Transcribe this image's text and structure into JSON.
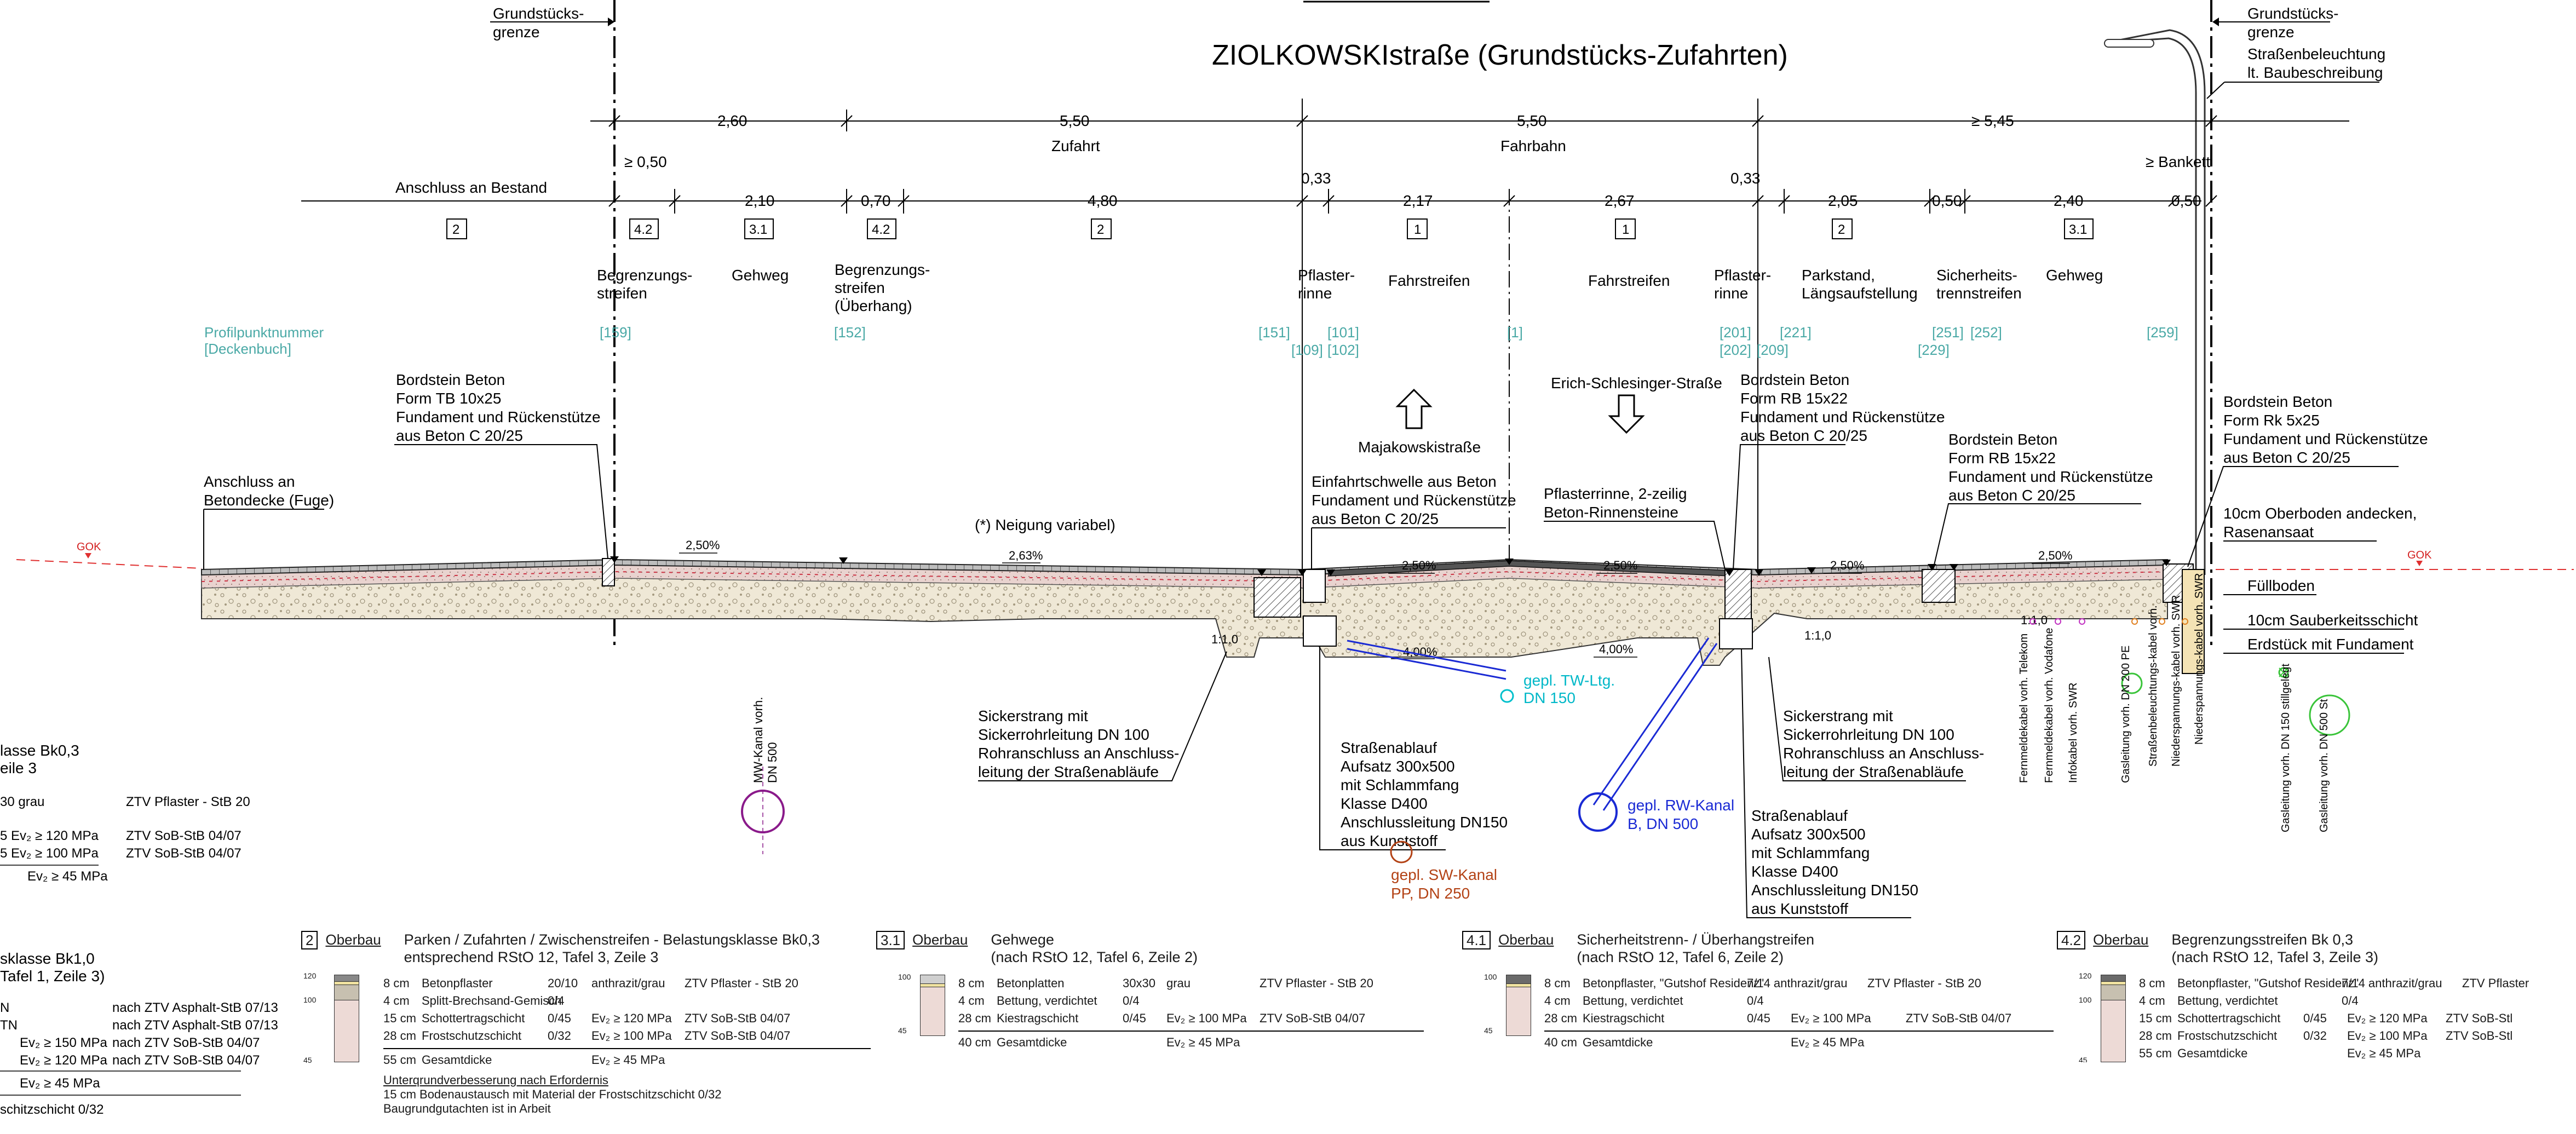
{
  "drawing": {
    "title": "ZIOLKOWSKIstraße (Grundstücks-Zufahrten)",
    "grenze_left": [
      "Grundstücks-",
      "grenze"
    ],
    "grenze_right": [
      "Grundstücks-",
      "grenze"
    ],
    "lamp": [
      "Straßenbeleuchtung",
      "lt. Baubeschreibung"
    ]
  },
  "dimensions": {
    "top": [
      "2,60",
      "5,50",
      "5,50",
      "≥ 5,45"
    ],
    "top_sub": [
      "Zufahrt",
      "Fahrbahn"
    ],
    "second": [
      "≥ 0,50",
      "2,10",
      "0,70",
      "4,80",
      "0,33",
      "2,17",
      "2,67",
      "0,33",
      "2,05",
      "0,50",
      "2,40",
      "0,50",
      "≥ Bankett"
    ],
    "anschluss": "Anschluss an Bestand",
    "box_labels": [
      "2",
      "4.2",
      "3.1",
      "4.2",
      "2",
      "1",
      "1",
      "2",
      "3.1"
    ]
  },
  "sections": {
    "labels": [
      [
        "Begrenzungs-",
        "streifen"
      ],
      [
        "Gehweg"
      ],
      [
        "Begrenzungs-",
        "streifen",
        "(Überhang)"
      ],
      [
        "Pflaster-",
        "rinne"
      ],
      [
        "Fahrstreifen"
      ],
      [
        "Fahrstreifen"
      ],
      [
        "Pflaster-",
        "rinne"
      ],
      [
        "Parkstand,",
        "Längsaufstellung"
      ],
      [
        "Sicherheits-",
        "trennstreifen"
      ],
      [
        "Gehweg"
      ]
    ]
  },
  "profile_points": {
    "label": [
      "Profilpunktnummer",
      "[Deckenbuch]"
    ],
    "points": [
      "[159]",
      "[152]",
      "[151]",
      "[101]",
      "[109]",
      "[102]",
      "[1]",
      "[201]",
      "[202]",
      "[209]",
      "[221]",
      "[229]",
      "[251]",
      "[252]",
      "[259]"
    ]
  },
  "annotations": {
    "bordstein_left": [
      "Bordstein Beton",
      "Form TB 10x25",
      "Fundament und Rückenstütze",
      "aus Beton C 20/25"
    ],
    "anschluss_beton": [
      "Anschluss an",
      "Betondecke (Fuge)"
    ],
    "neigung": "(*) Neigung variabel)",
    "einfahrt": [
      "Einfahrtschwelle aus Beton",
      "Fundament und Rückenstütze",
      "aus Beton C 20/25"
    ],
    "majakowski": "Majakowskistraße",
    "erich": "Erich-Schlesinger-Straße",
    "bordstein_rb": [
      "Bordstein Beton",
      "Form RB 15x22",
      "Fundament und Rückenstütze",
      "aus Beton C 20/25"
    ],
    "pflasterrinne": [
      "Pflasterrinne, 2-zeilig",
      "Beton-Rinnensteine"
    ],
    "bordstein_rb2": [
      "Bordstein Beton",
      "Form RB 15x22",
      "Fundament und Rückenstütze",
      "aus Beton C 20/25"
    ],
    "bordstein_rk": [
      "Bordstein Beton",
      "Form Rk 5x25",
      "Fundament und Rückenstütze",
      "aus Beton C 20/25"
    ],
    "oberboden": [
      "10cm Oberboden andecken,",
      "Rasenansaat"
    ],
    "fuellboden": "Füllboden",
    "sauberkeit": "10cm Sauberkeitsschicht",
    "erdstueck": "Erdstück mit Fundament",
    "gok": "GOK",
    "sicker_left": [
      "Sickerstrang mit",
      "Sickerrohrleitung DN 100",
      "Rohranschluss an Anschluss-",
      "leitung der Straßenabläufe"
    ],
    "ablauf_left": [
      "Straßenablauf",
      "Aufsatz 300x500",
      "mit Schlammfang",
      "Klasse D400",
      "Anschlussleitung DN150",
      "aus Kunststoff"
    ],
    "sicker_right": [
      "Sickerstrang mit",
      "Sickerrohrleitung DN 100",
      "Rohranschluss an Anschluss-",
      "leitung der Straßenabläufe"
    ],
    "ablauf_right": [
      "Straßenablauf",
      "Aufsatz 300x500",
      "mit Schlammfang",
      "Klasse D400",
      "Anschlussleitung DN150",
      "aus Kunststoff"
    ],
    "tw": [
      "gepl. TW-Ltg.",
      "DN 150"
    ],
    "rw": [
      "gepl. RW-Kanal",
      "B, DN 500"
    ],
    "sw": [
      "gepl. SW-Kanal",
      "PP, DN 250"
    ],
    "mw": [
      "MW-Kanal vorh.",
      "DN 500"
    ],
    "slopes": [
      "2,50%",
      "2,63%",
      "2,50%",
      "4,00%",
      "2,50%",
      "4,00%",
      "2,50%",
      "2,50%",
      "1:1,0",
      "1:1,0",
      "1:1,0"
    ],
    "cables": [
      "Fernmeldekabel vorh. Telekom",
      "Fernmeldekabel vorh. Vodafone",
      "Infokabel vorh. SWR",
      "Gasleitung vorh. DN 200 PE",
      "Straßenbeleuchtungs-kabel vorh.",
      "Niederspannungs-kabel vorh. SWR",
      "Niederspannungs-kabel vorh. SWR",
      "Gasleitung vorh. DN 150 stillgelegt",
      "Gasleitung vorh. DN 500 St"
    ]
  },
  "tables": {
    "left_partial": {
      "lines": [
        "lasse Bk0,3",
        "eile 3",
        "30   grau",
        "ZTV Pflaster - StB 20",
        "5    Ev₂ ≥ 120 MPa",
        "ZTV SoB-StB 04/07",
        "5    Ev₂ ≥ 100 MPa",
        "ZTV SoB-StB 04/07",
        "Ev₂ ≥  45 MPa",
        "sklasse Bk1,0",
        "Tafel 1, Zeile 3)",
        "N",
        "nach ZTV Asphalt-StB 07/13",
        "TN",
        "nach ZTV Asphalt-StB 07/13",
        "Ev₂ ≥ 150 MPa",
        "nach ZTV SoB-StB  04/07",
        "Ev₂ ≥ 120 MPa",
        "nach ZTV SoB-StB  04/07",
        "Ev₂ ≥  45 MPa",
        "schitzschicht 0/32"
      ]
    },
    "t2": {
      "num": "2",
      "oberbau": "Oberbau",
      "title": [
        "Parken / Zufahrten / Zwischenstreifen - Belastungsklasse Bk0,3",
        "entsprechend RStO 12, Tafel 3, Zeile 3"
      ],
      "rows": [
        [
          "8 cm",
          "Betonpflaster",
          "20/10",
          "anthrazit/grau",
          "ZTV Pflaster - StB 20"
        ],
        [
          "4 cm",
          "Splitt-Brechsand-Gemisch",
          "0/4",
          "",
          ""
        ],
        [
          "15 cm",
          "Schottertragschicht",
          "0/45",
          "Ev₂ ≥ 120 MPa",
          "ZTV SoB-StB 04/07"
        ],
        [
          "28 cm",
          "Frostschutzschicht",
          "0/32",
          "Ev₂ ≥ 100 MPa",
          "ZTV SoB-StB 04/07"
        ],
        [
          "55 cm",
          "Gesamtdicke",
          "",
          "Ev₂ ≥  45 MPa",
          ""
        ]
      ],
      "footer": [
        "Unterqrundverbesserung nach Erfordernis",
        "15 cm Bodenaustausch mit Material der Frostschitzschicht 0/32",
        "Baugrundgutachten ist in Arbeit"
      ],
      "scale": [
        "120",
        "100",
        "45"
      ]
    },
    "t31": {
      "num": "3.1",
      "oberbau": "Oberbau",
      "title": [
        "Gehwege",
        "(nach RStO 12, Tafel 6, Zeile 2)"
      ],
      "rows": [
        [
          "8 cm",
          "Betonplatten",
          "30x30",
          "grau",
          "ZTV Pflaster - StB 20"
        ],
        [
          "4 cm",
          "Bettung, verdichtet",
          "0/4",
          "",
          ""
        ],
        [
          "28 cm",
          "Kiestragschicht",
          "0/45",
          "Ev₂ ≥ 100 MPa",
          "ZTV SoB-StB 04/07"
        ],
        [
          "40 cm",
          "Gesamtdicke",
          "",
          "Ev₂ ≥ 45 MPa",
          ""
        ]
      ],
      "scale": [
        "100",
        "45"
      ]
    },
    "t41": {
      "num": "4.1",
      "oberbau": "Oberbau",
      "title": [
        "Sicherheitstrenn- / Überhangstreifen",
        "(nach RStO 12, Tafel 6, Zeile 2)"
      ],
      "rows": [
        [
          "8 cm",
          "Betonpflaster, \"Gutshof Residenz\"",
          "7/14 anthrazit/grau",
          "",
          "ZTV Pflaster - StB 20"
        ],
        [
          "4 cm",
          "Bettung, verdichtet",
          "0/4",
          "",
          ""
        ],
        [
          "28 cm",
          "Kiestragschicht",
          "0/45",
          "Ev₂ ≥ 100 MPa",
          "ZTV SoB-StB 04/07"
        ],
        [
          "40 cm",
          "Gesamtdicke",
          "",
          "Ev₂ ≥ 45 MPa",
          ""
        ]
      ],
      "scale": [
        "100",
        "45"
      ]
    },
    "t42": {
      "num": "4.2",
      "oberbau": "Oberbau",
      "title": [
        "Begrenzungsstreifen Bk 0,3",
        "(nach RStO 12, Tafel 3, Zeile 3)"
      ],
      "rows": [
        [
          "8 cm",
          "Betonpflaster, \"Gutshof Residenz\"",
          "7/14 anthrazit/grau",
          "",
          "ZTV Pflaster"
        ],
        [
          "4 cm",
          "Bettung, verdichtet",
          "0/4",
          "",
          ""
        ],
        [
          "15 cm",
          "Schottertragschicht",
          "0/45",
          "Ev₂ ≥ 120 MPa",
          "ZTV SoB-Stl"
        ],
        [
          "28 cm",
          "Frostschutzschicht",
          "0/32",
          "Ev₂ ≥ 100 MPa",
          "ZTV SoB-Stl"
        ],
        [
          "55 cm",
          "Gesamtdicke",
          "",
          "Ev₂ ≥  45 MPa",
          ""
        ]
      ],
      "scale": [
        "120",
        "100",
        "45"
      ]
    }
  }
}
